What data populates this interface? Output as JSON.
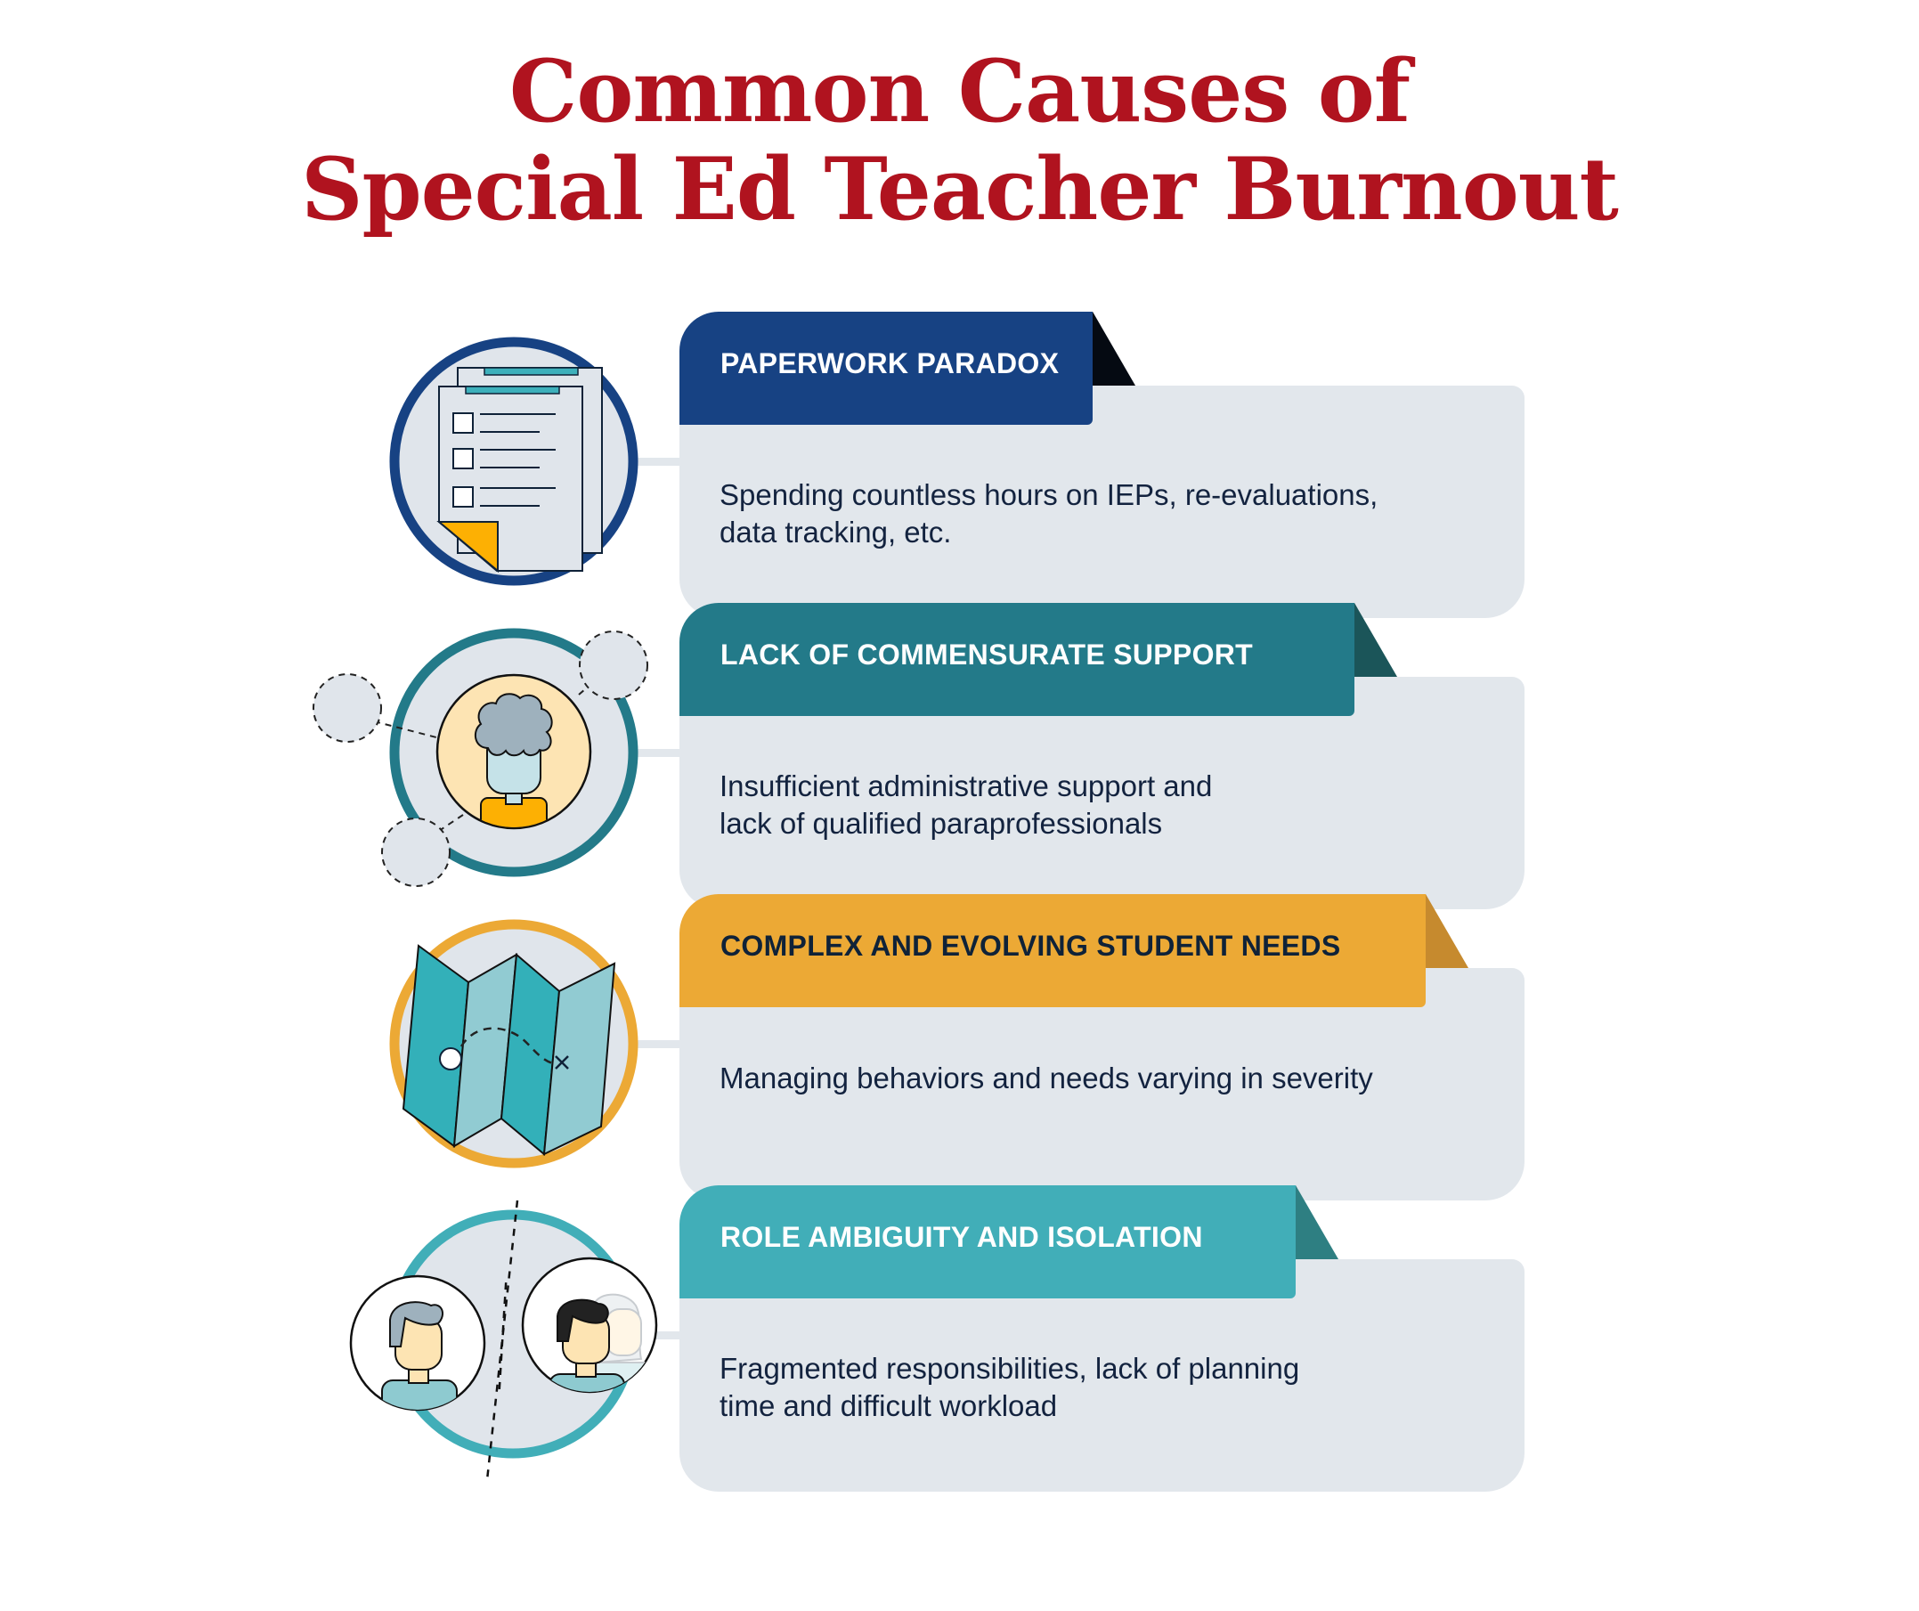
{
  "title": {
    "line1": "Common Causes of",
    "line2": "Special Ed Teacher Burnout",
    "color": "#b0131f"
  },
  "causes": [
    {
      "heading": "PAPERWORK PARADOX",
      "description_lines": [
        "Spending countless hours on IEPs, re-evaluations,",
        "data tracking, etc."
      ],
      "icon": "clipboard-checklist-icon",
      "tab_color": "#174283",
      "fold_color": "#050a12",
      "ring_color": "#174283",
      "text_color": "#ffffff"
    },
    {
      "heading": "LACK OF COMMENSURATE SUPPORT",
      "description_lines": [
        "Insufficient administrative support and",
        "lack of qualified paraprofessionals"
      ],
      "icon": "isolated-person-network-icon",
      "tab_color": "#237a89",
      "fold_color": "#1b5559",
      "ring_color": "#237a89",
      "text_color": "#ffffff"
    },
    {
      "heading": "COMPLEX AND EVOLVING STUDENT NEEDS",
      "description_lines": [
        "Managing behaviors and needs varying in severity"
      ],
      "icon": "folded-map-route-icon",
      "tab_color": "#eca935",
      "fold_color": "#c68a2e",
      "ring_color": "#eca935",
      "text_color": "#0f2238"
    },
    {
      "heading": "ROLE AMBIGUITY AND ISOLATION",
      "description_lines": [
        "Fragmented responsibilities, lack of planning",
        "time and difficult workload"
      ],
      "icon": "divided-people-icon",
      "tab_color": "#41aeb8",
      "fold_color": "#2e7f82",
      "ring_color": "#41aeb8",
      "text_color": "#ffffff"
    }
  ],
  "colors": {
    "card_bg": "#e2e7ec",
    "body_text": "#13233f",
    "icon_fill": "#e0e5eb"
  }
}
